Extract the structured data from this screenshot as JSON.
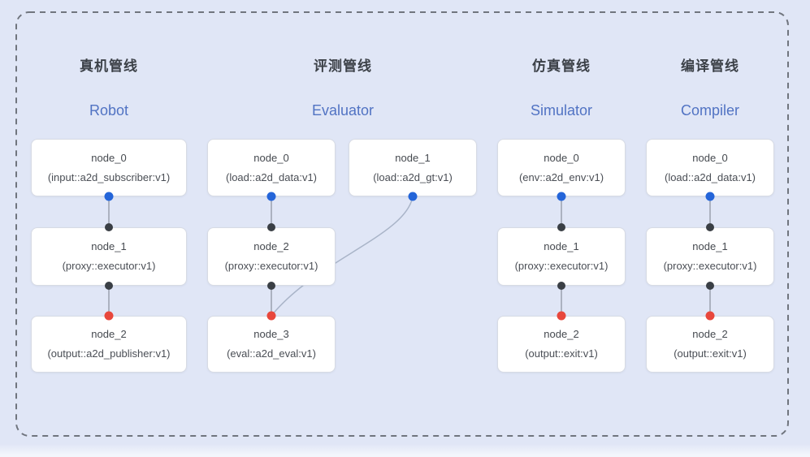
{
  "diagram": {
    "pipelines": [
      {
        "title_zh": "真机管线",
        "title_en": "Robot",
        "nodes": [
          {
            "name": "node_0",
            "type": "(input::a2d_subscriber:v1)"
          },
          {
            "name": "node_1",
            "type": "(proxy::executor:v1)"
          },
          {
            "name": "node_2",
            "type": "(output::a2d_publisher:v1)"
          }
        ]
      },
      {
        "title_zh": "评测管线",
        "title_en": "Evaluator",
        "nodes": [
          {
            "name": "node_0",
            "type": "(load::a2d_data:v1)"
          },
          {
            "name": "node_1",
            "type": "(load::a2d_gt:v1)"
          },
          {
            "name": "node_2",
            "type": "(proxy::executor:v1)"
          },
          {
            "name": "node_3",
            "type": "(eval::a2d_eval:v1)"
          }
        ]
      },
      {
        "title_zh": "仿真管线",
        "title_en": "Simulator",
        "nodes": [
          {
            "name": "node_0",
            "type": "(env::a2d_env:v1)"
          },
          {
            "name": "node_1",
            "type": "(proxy::executor:v1)"
          },
          {
            "name": "node_2",
            "type": "(output::exit:v1)"
          }
        ]
      },
      {
        "title_zh": "编译管线",
        "title_en": "Compiler",
        "nodes": [
          {
            "name": "node_0",
            "type": "(load::a2d_data:v1)"
          },
          {
            "name": "node_1",
            "type": "(proxy::executor:v1)"
          },
          {
            "name": "node_2",
            "type": "(output::exit:v1)"
          }
        ]
      }
    ],
    "colors": {
      "background": "#e0e6f6",
      "title_dark": "#3c4148",
      "subtitle_blue": "#5173c3",
      "output_port_blue": "#2465d9",
      "mid_port_dark": "#3a3f45",
      "input_port_red": "#e8473c",
      "connector_gray": "#8f96a3",
      "curve_gray": "#a9b4c8",
      "dashed_border_gray": "#70757e",
      "node_border": "#d7dbe4",
      "node_background": "#ffffff"
    }
  }
}
